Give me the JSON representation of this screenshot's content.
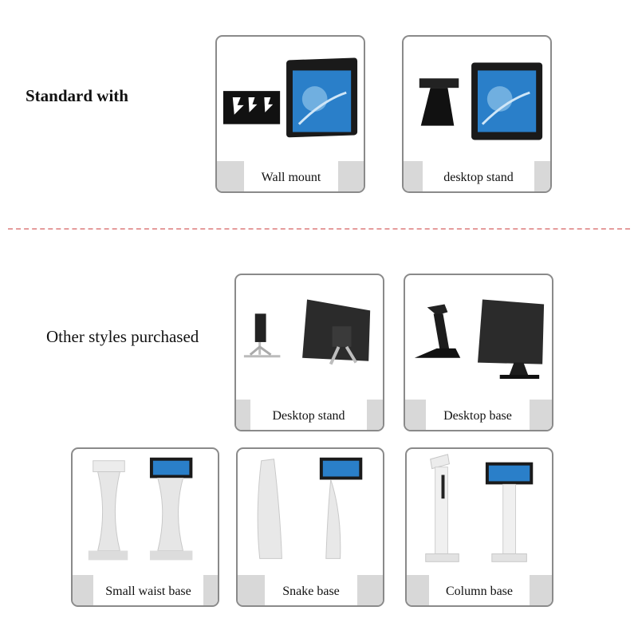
{
  "sections": {
    "standard_title": "Standard with",
    "other_title": "Other styles purchased"
  },
  "cards": {
    "wall_mount": {
      "label": "Wall mount"
    },
    "desktop_stand_std": {
      "label": "desktop stand"
    },
    "desktop_stand": {
      "label": "Desktop stand"
    },
    "desktop_base": {
      "label": "Desktop base"
    },
    "small_waist_base": {
      "label": "Small waist base"
    },
    "snake_base": {
      "label": "Snake base"
    },
    "column_base": {
      "label": "Column base"
    }
  },
  "colors": {
    "divider": "#e59c9c",
    "card_border": "#8a8a8a",
    "label_band": "#d8d8d8",
    "screen_blue": "#2a7fc9"
  }
}
